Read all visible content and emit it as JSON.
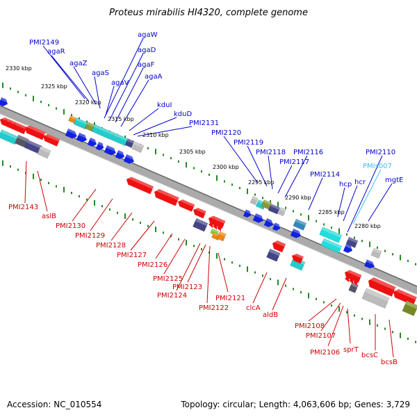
{
  "title": "Proteus mirabilis HI4320, complete genome",
  "footer": {
    "accession": "Accession: NC_010554",
    "summary": "Topology: circular; Length: 4,063,606 bp; Genes: 3,729"
  },
  "colors": {
    "forward_label": "#0000cc",
    "reverse_label": "#cc0000",
    "highlight_label": "#44bbee",
    "backbone": "#888888",
    "tick": "#228822"
  },
  "kbp_labels": [
    "2330 kbp",
    "2325 kbp",
    "2320 kbp",
    "2315 kbp",
    "2310 kbp",
    "2305 kbp",
    "2300 kbp",
    "2295 kbp",
    "2290 kbp",
    "2285 kbp",
    "2280 kbp"
  ],
  "forward_genes": [
    "PMI2149",
    "agaR",
    "agaZ",
    "agaS",
    "agaV",
    "agaW",
    "agaD",
    "agaF",
    "agaA",
    "kduI",
    "kduD",
    "PMI2131",
    "PMI2120",
    "PMI2119",
    "PMI2118",
    "PMI2117",
    "PMI2116",
    "PMI2114",
    "hcp",
    "hcr",
    "PMIs007",
    "PMI2110",
    "mgtE"
  ],
  "reverse_genes": [
    "PMI2143",
    "aslB",
    "PMI2130",
    "PMI2129",
    "PMI2128",
    "PMI2127",
    "PMI2126",
    "PMI2125",
    "PMI2124",
    "PMI2123",
    "PMI2122",
    "PMI2121",
    "clcA",
    "aldB",
    "PMI2108",
    "PMI2107",
    "PMI2106",
    "sprT",
    "bcsC",
    "bcsB"
  ]
}
